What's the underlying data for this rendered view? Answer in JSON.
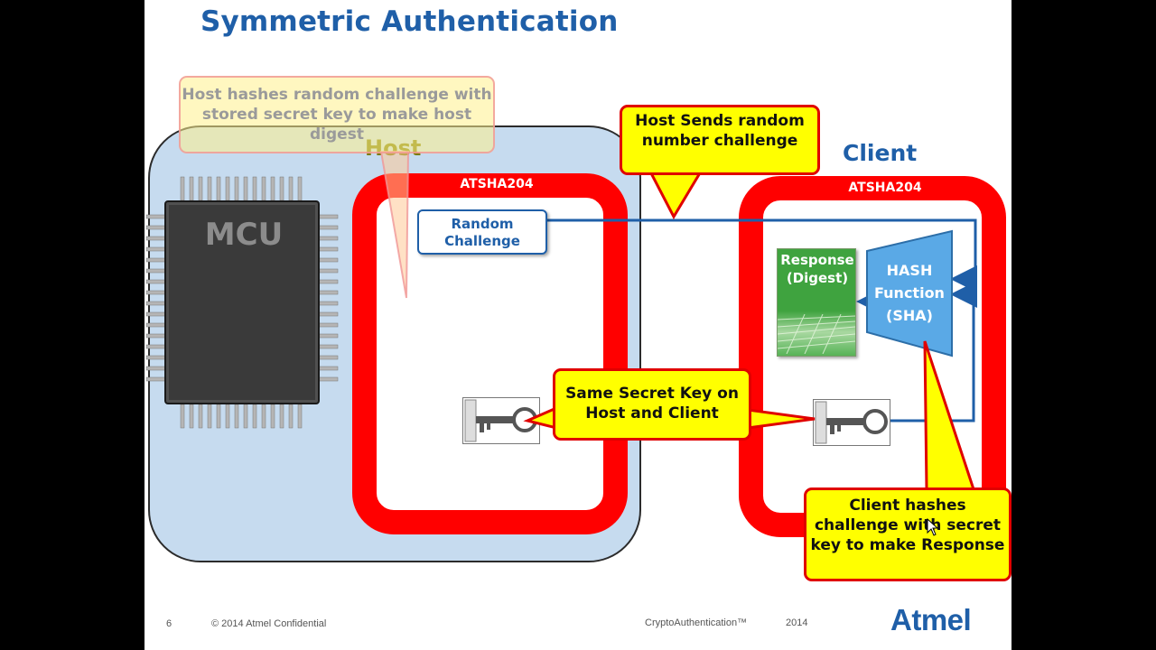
{
  "slide": {
    "title": "Symmetric Authentication",
    "host_label": "Host",
    "client_label": "Client",
    "mcu_label": "MCU",
    "host_chip_label": "ATSHA204",
    "client_chip_label": "ATSHA204",
    "random_challenge": "Random Challenge",
    "response_label": "Response (Digest)",
    "hash_label": "HASH Function (SHA)",
    "callouts": {
      "host_hashes": "Host hashes random challenge with stored secret key to make host digest",
      "host_sends": "Host Sends random number challenge",
      "same_key": "Same Secret Key on Host and Client",
      "client_hashes": "Client  hashes challenge with secret key to make Response"
    },
    "footer": {
      "page_number": "6",
      "copyright": "© 2014  Atmel Confidential",
      "product": "CryptoAuthentication™",
      "year": "2014",
      "logo": "Atmel"
    },
    "colors": {
      "accent_blue": "#1f5fa8",
      "ring_red": "#ff0000",
      "callout_yellow": "#ffff00",
      "host_panel": "#c6dbef",
      "response_green": "#3fa33f",
      "hash_blue": "#5aa9e6"
    }
  }
}
